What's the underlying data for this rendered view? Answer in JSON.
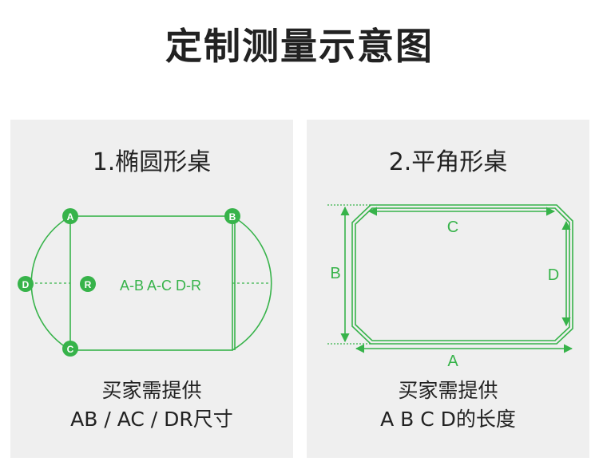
{
  "title": "定制测量示意图",
  "left": {
    "heading": "1.椭圆形桌",
    "markers": {
      "a": "A",
      "b": "B",
      "c": "C",
      "d": "D",
      "r": "R"
    },
    "formula": "A-B A-C D-R",
    "note_line1": "买家需提供",
    "note_line2": "AB / AC / DR尺寸"
  },
  "right": {
    "heading": "2.平角形桌",
    "labels": {
      "a": "A",
      "b": "B",
      "c": "C",
      "d": "D"
    },
    "note_line1": "买家需提供",
    "note_line2": "A B C D的长度"
  },
  "colors": {
    "accent": "#37b34a",
    "panel_bg": "#efefef",
    "text": "#222222"
  }
}
